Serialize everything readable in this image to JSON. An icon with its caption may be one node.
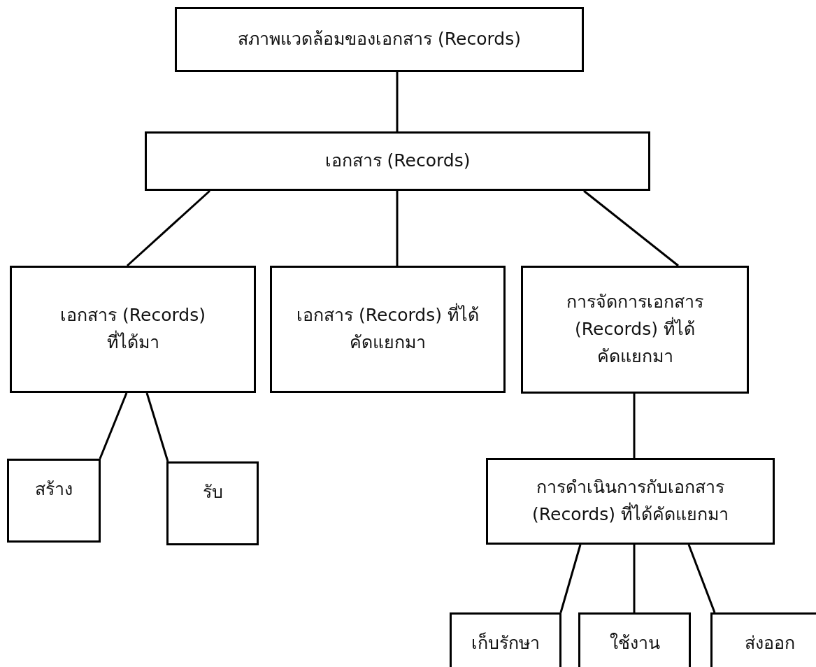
{
  "diagram": {
    "nodes": [
      {
        "text": [
          "สภาพแวดล้อมของเอกสาร (Records)"
        ]
      },
      {
        "text": [
          "เอกสาร (Records)"
        ]
      },
      {
        "text": [
          "เอกสาร (Records) ที่ได้มา"
        ]
      },
      {
        "text": [
          "เอกสาร (Records) ที่ได้คัดแยกมา"
        ]
      },
      {
        "text": [
          "การจัดการเอกสาร (Records) ที่ได้คัดแยกมา"
        ]
      },
      {
        "text": [
          "สร้าง"
        ]
      },
      {
        "text": [
          "รับ"
        ]
      },
      {
        "text": [
          "การดำเนินการกับเอกสาร (Records) ที่ได้คัดแยกมา"
        ]
      },
      {
        "text": [
          "เก็บรักษา"
        ]
      },
      {
        "text": [
          "ใช้งาน"
        ]
      },
      {
        "text": [
          "ส่งออก"
        ]
      }
    ],
    "edges": [
      {
        "from": 0,
        "to": 1,
        "arrow": "none"
      },
      {
        "from": 1,
        "to": 2,
        "arrow": "none"
      },
      {
        "from": 1,
        "to": 3,
        "arrow": "none"
      },
      {
        "from": 1,
        "to": 4,
        "arrow": "none"
      },
      {
        "from": 2,
        "to": 5,
        "arrow": "none"
      },
      {
        "from": 2,
        "to": 6,
        "arrow": "none"
      },
      {
        "from": 4,
        "to": 7,
        "arrow": "none"
      },
      {
        "from": 7,
        "to": 8,
        "arrow": "none"
      },
      {
        "from": 7,
        "to": 9,
        "arrow": "none"
      },
      {
        "from": 7,
        "to": 10,
        "arrow": "none"
      }
    ]
  }
}
